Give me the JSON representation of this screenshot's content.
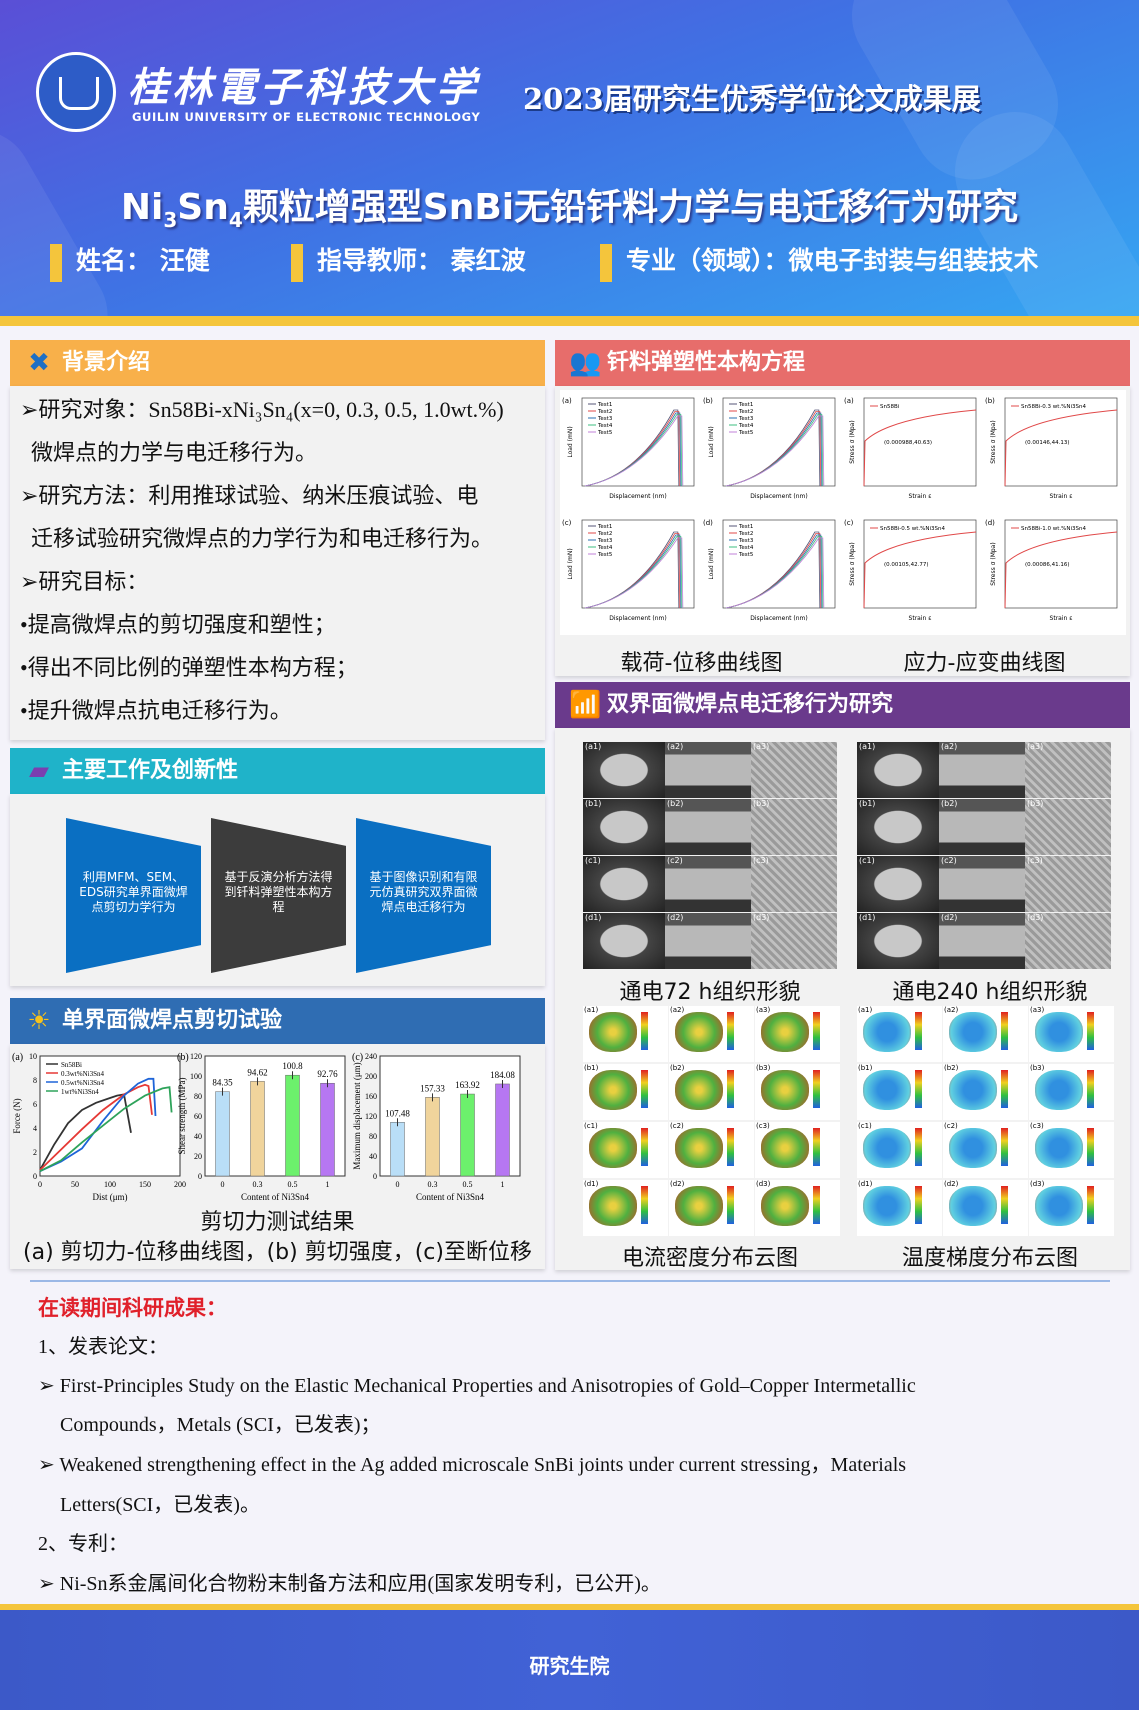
{
  "header": {
    "university_cn": "桂林電子科技大学",
    "university_en": "GUILIN UNIVERSITY OF ELECTRONIC TECHNOLOGY",
    "exhibition": "2023届研究生优秀学位论文成果展",
    "title_pre": "Ni",
    "title_sub1": "3",
    "title_mid": "Sn",
    "title_sub2": "4",
    "title_rest": "颗粒增强型SnBi无铅钎料力学与电迁移行为研究",
    "name": "姓名：  汪健",
    "advisor": "指导教师：  秦红波",
    "major": "专业（领域）：微电子封装与组装技术"
  },
  "background": {
    "heading": "背景介绍",
    "lines": [
      "➢研究对象：Sn58Bi-xNi₃Sn₄(x=0, 0.3, 0.5, 1.0wt.%)",
      "  微焊点的力学与电迁移行为。",
      "➢研究方法：利用推球试验、纳米压痕试验、电",
      "  迁移试验研究微焊点的力学行为和电迁移行为。",
      "➢研究目标：",
      "•提高微焊点的剪切强度和塑性；",
      "•得出不同比例的弹塑性本构方程；",
      "•提升微焊点抗电迁移行为。"
    ]
  },
  "main_work": {
    "heading": "主要工作及创新性",
    "boxes": [
      "利用MFM、SEM、EDS研究单界面微焊点剪切力学行为",
      "基于反演分析方法得到钎料弹塑性本构方程",
      "基于图像识别和有限元仿真研究双界面微焊点电迁移行为"
    ]
  },
  "shear": {
    "heading": "单界面微焊点剪切试验",
    "caption1": "剪切力测试结果",
    "caption2": "(a) 剪切力-位移曲线图，(b) 剪切强度，(c)至断位移"
  },
  "constitutive": {
    "heading": "钎料弹塑性本构方程",
    "label_left": "载荷-位移曲线图",
    "label_right": "应力-应变曲线图",
    "load_panels": [
      "(a)",
      "(b)",
      "(c)",
      "(d)"
    ],
    "load_xlabel": "Displacement (nm)",
    "load_ylabel": "Load (mN)",
    "load_legend": [
      "Test1",
      "Test2",
      "Test3",
      "Test4",
      "Test5"
    ],
    "stress_panels": [
      {
        "tag": "(a)",
        "legend": "Sn58Bi",
        "point": "(0.000988,40.63)"
      },
      {
        "tag": "(b)",
        "legend": "Sn58Bi-0.3 wt.%Ni3Sn4",
        "point": "(0.00146,44.13)"
      },
      {
        "tag": "(c)",
        "legend": "Sn58Bi-0.5 wt.%Ni3Sn4",
        "point": "(0.00105,42.77)"
      },
      {
        "tag": "(d)",
        "legend": "Sn58Bi-1.0 wt.%Ni3Sn4",
        "point": "(0.00086,41.16)"
      }
    ],
    "stress_xlabel": "Strain ε",
    "stress_ylabel": "Stress σ (Mpa)"
  },
  "em": {
    "heading": "双界面微焊点电迁移行为研究",
    "label_72": "通电72 h组织形貌",
    "label_240": "通电240 h组织形貌",
    "label_current": "电流密度分布云图",
    "label_temp": "温度梯度分布云图",
    "rows": [
      "a",
      "b",
      "c",
      "d"
    ]
  },
  "outcomes": {
    "heading": "在读期间科研成果：",
    "papers_title": "1、发表论文：",
    "paper1_line1": "➢ First-Principles Study on the Elastic Mechanical Properties and Anisotropies of Gold–Copper Intermetallic",
    "paper1_line2": "Compounds，Metals (SCI，已发表)；",
    "paper2_line1": "➢ Weakened strengthening effect in the Ag added microscale SnBi joints under current stressing，Materials",
    "paper2_line2": "Letters(SCI，已发表)。",
    "patent_title": "2、专利：",
    "patent1": "➢ Ni-Sn系金属间化合物粉末制备方法和应用(国家发明专利，已公开)。"
  },
  "footer": {
    "label": "研究生院"
  },
  "chart_data": [
    {
      "type": "line",
      "title": "(a)",
      "xlabel": "Dist (μm)",
      "ylabel": "Force (N)",
      "xlim": [
        0,
        200
      ],
      "ylim": [
        0,
        10
      ],
      "xticks": [
        0,
        50,
        100,
        150,
        200
      ],
      "yticks": [
        0,
        2,
        4,
        6,
        8,
        10
      ],
      "series": [
        {
          "name": "Sn58Bi",
          "color": "#333333",
          "x": [
            0,
            20,
            40,
            60,
            80,
            100,
            110,
            120,
            130
          ],
          "y": [
            0.5,
            2.6,
            4.4,
            5.5,
            6.1,
            6.5,
            6.7,
            6.8,
            3.6
          ]
        },
        {
          "name": "0.3wt%Ni3Sn4",
          "color": "#e53935",
          "x": [
            0,
            30,
            60,
            90,
            120,
            140,
            150,
            155,
            160
          ],
          "y": [
            0.5,
            2.2,
            3.9,
            5.5,
            6.8,
            7.4,
            7.6,
            7.5,
            5.1
          ]
        },
        {
          "name": "0.5wt%Ni3Sn4",
          "color": "#1e64d8",
          "x": [
            0,
            30,
            60,
            90,
            120,
            140,
            155,
            162,
            165
          ],
          "y": [
            0.4,
            1.2,
            2.3,
            4.6,
            6.7,
            7.7,
            8.1,
            8.1,
            5.0
          ]
        },
        {
          "name": "1wt%Ni3Sn4",
          "color": "#2ea35a",
          "x": [
            0,
            30,
            60,
            90,
            120,
            150,
            175,
            185,
            188
          ],
          "y": [
            0.4,
            1.3,
            2.8,
            4.2,
            5.6,
            6.7,
            7.3,
            7.4,
            5.3
          ]
        }
      ]
    },
    {
      "type": "bar",
      "title": "(b)",
      "xlabel": "Content of Ni3Sn4",
      "ylabel": "Shear strength (MPa)",
      "ylim": [
        0,
        120
      ],
      "yticks": [
        0,
        20,
        40,
        60,
        80,
        100,
        120
      ],
      "categories": [
        "0",
        "0.3",
        "0.5",
        "1"
      ],
      "values": [
        84.35,
        94.62,
        100.8,
        92.76
      ],
      "labels": [
        "84.35",
        "94.62",
        "100.8",
        "92.76"
      ],
      "colors": [
        "#b9def7",
        "#f0d49c",
        "#6cf06c",
        "#b677f2"
      ]
    },
    {
      "type": "bar",
      "title": "(c)",
      "xlabel": "Content of Ni3Sn4",
      "ylabel": "Maximum displacement (μm)",
      "ylim": [
        0,
        240
      ],
      "yticks": [
        0,
        40,
        80,
        120,
        160,
        200,
        240
      ],
      "categories": [
        "0",
        "0.3",
        "0.5",
        "1"
      ],
      "values": [
        107.48,
        157.33,
        163.92,
        184.08
      ],
      "labels": [
        "107.48",
        "157.33",
        "163.92",
        "184.08"
      ],
      "colors": [
        "#b9def7",
        "#f0d49c",
        "#6cf06c",
        "#b677f2"
      ]
    }
  ]
}
